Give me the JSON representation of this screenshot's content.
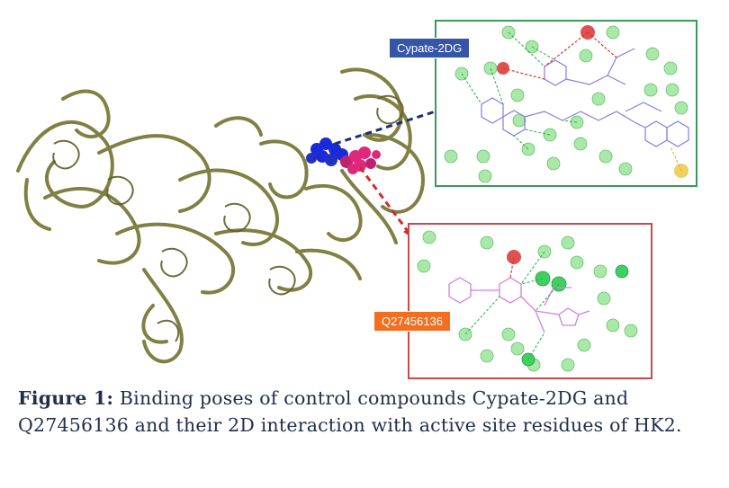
{
  "labels": {
    "cypate": "Cypate-2DG",
    "q274": "Q27456136"
  },
  "caption": {
    "label": "Figure 1:",
    "text": " Binding poses of control compounds Cypate-2DG and Q27456136 and their 2D interaction with active site residues of HK2."
  },
  "colors": {
    "protein": "#7a7a3a",
    "ligand_blue": "#1a2ad8",
    "ligand_pink": "#e0287a",
    "arrow_blue": "#1e2f6e",
    "arrow_red": "#d22a2a",
    "panel_top_border": "#3a9a5a",
    "panel_bottom_border": "#c94a4a",
    "residue_green": "#a8e8a8",
    "residue_red": "#e05050"
  }
}
